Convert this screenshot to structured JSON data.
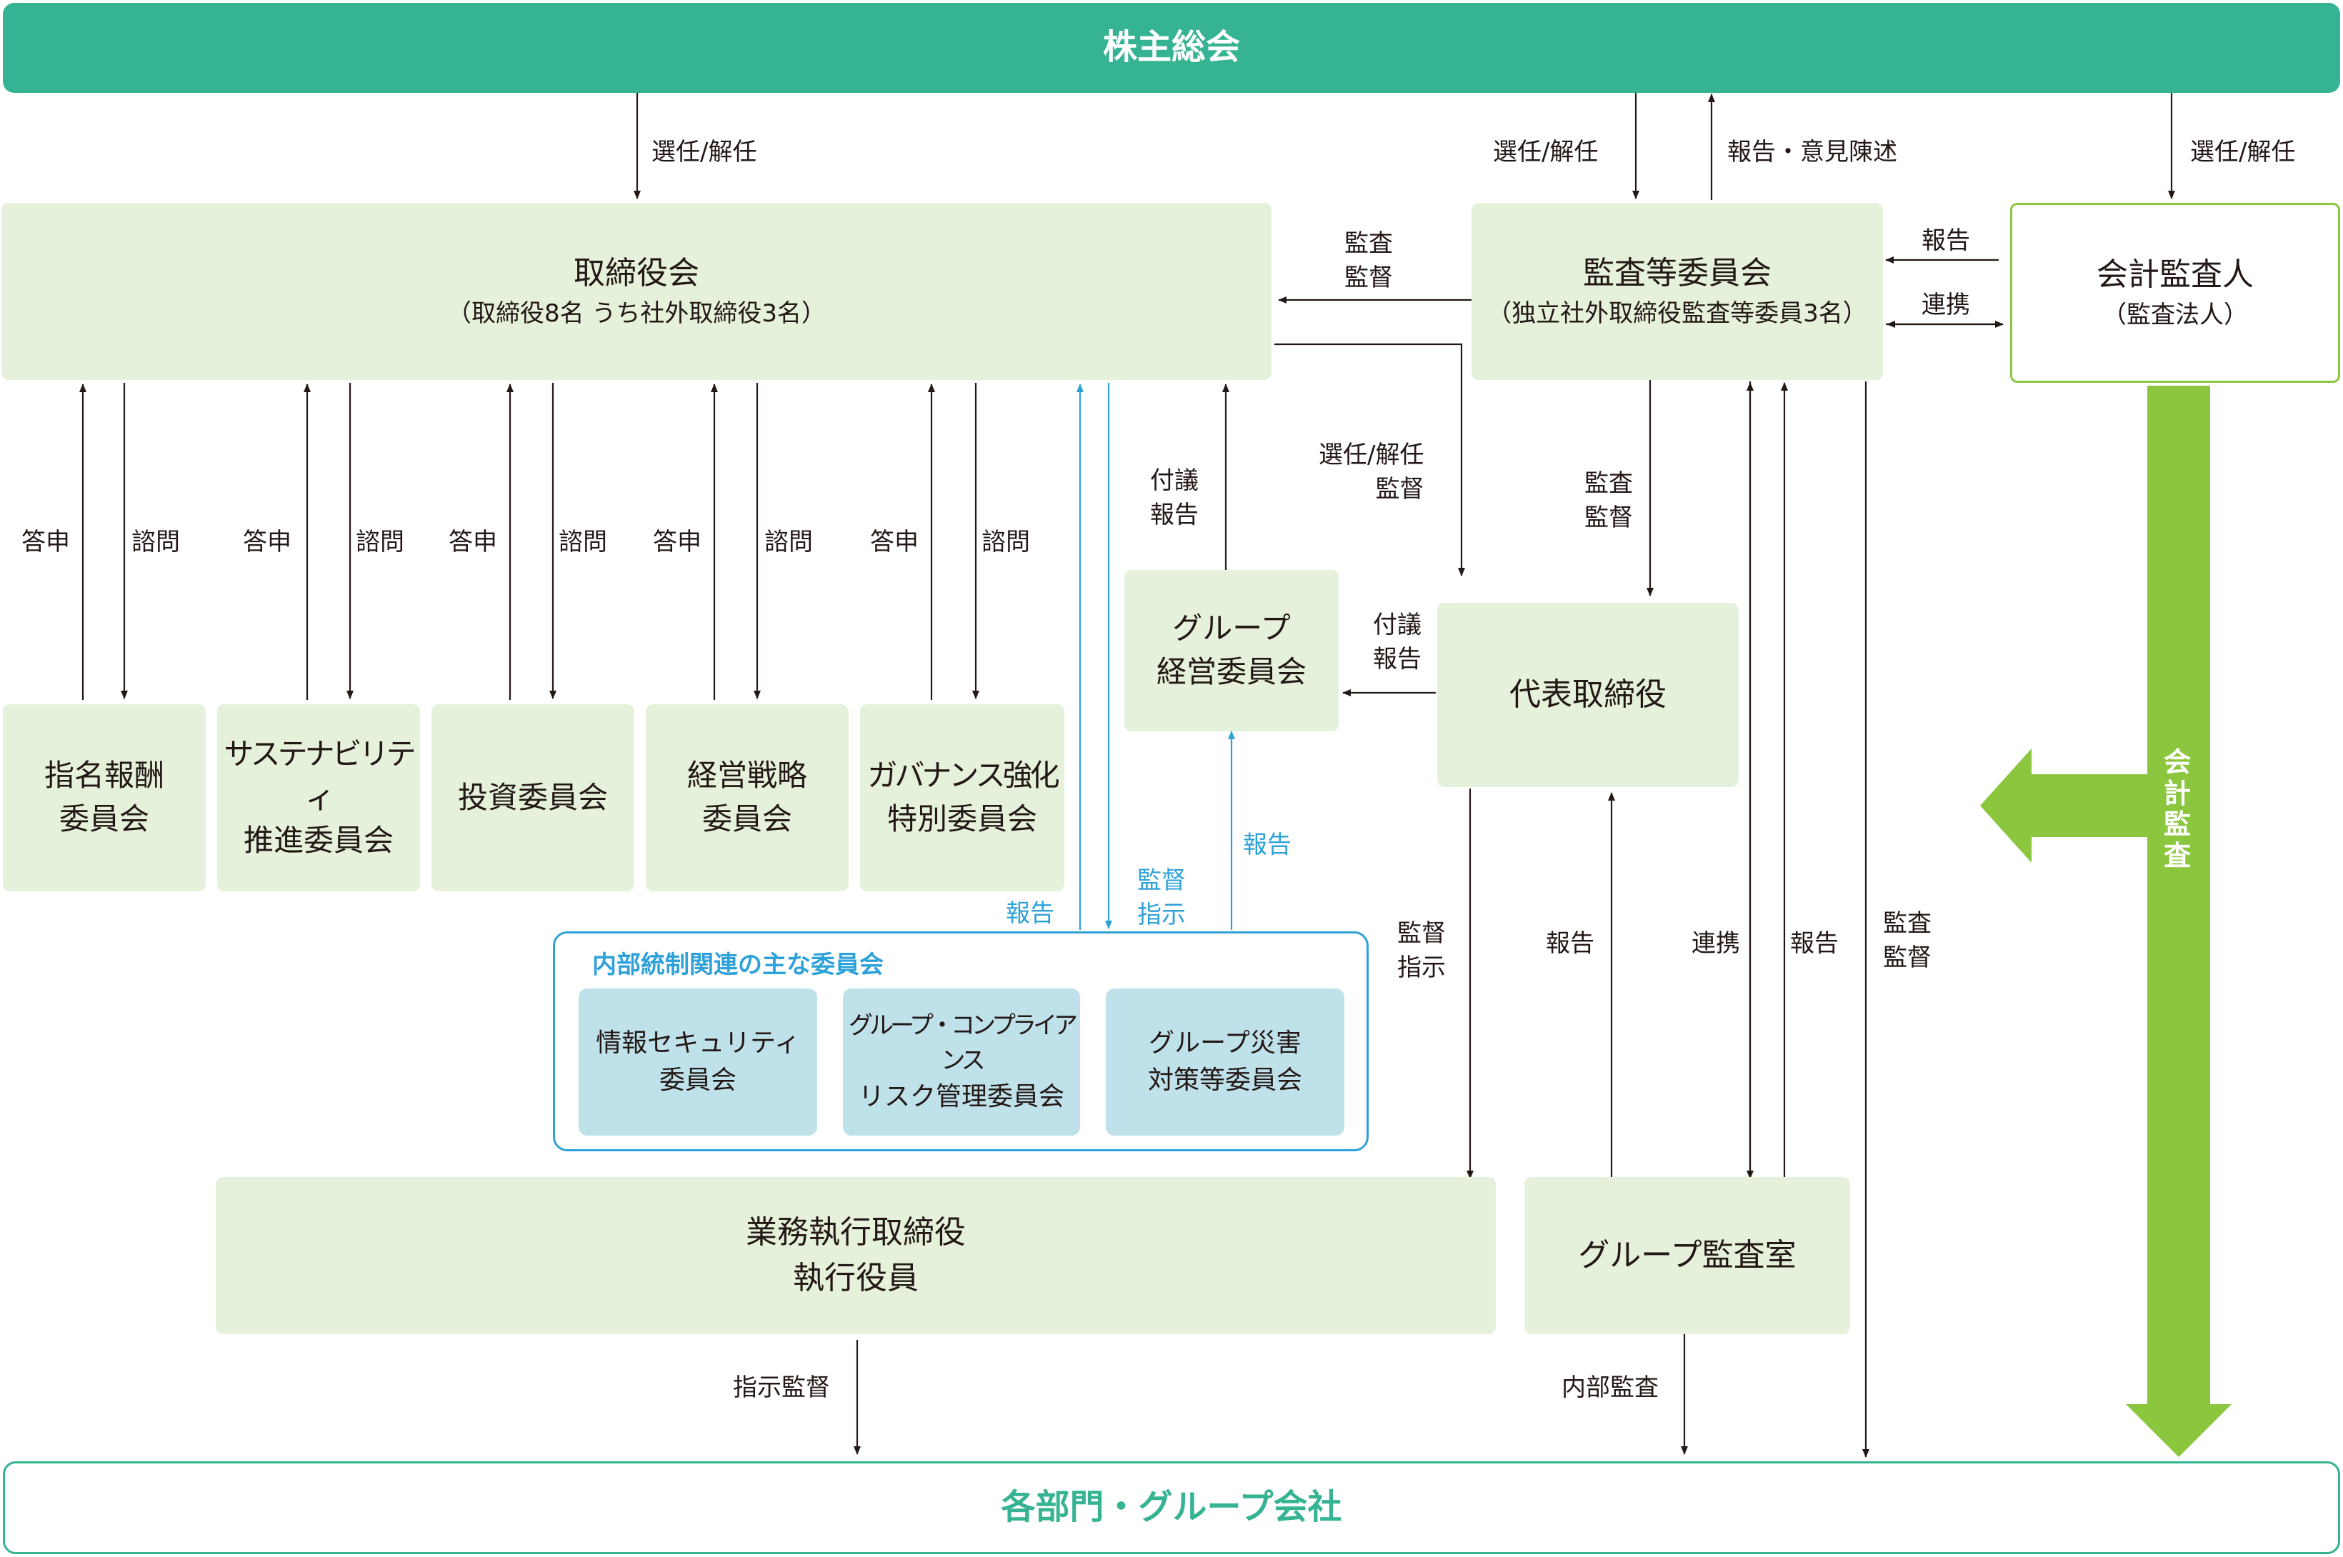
{
  "shareholders_meeting": "株主総会",
  "board": {
    "title": "取締役会",
    "composition": "（取締役8名 うち社外取締役3名）"
  },
  "audit_committee": {
    "title": "監査等委員会",
    "composition": "（独立社外取締役監査等委員3名）"
  },
  "accounting_auditor": {
    "title": "会計監査人",
    "note": "（監査法人）"
  },
  "advisory_committees": [
    {
      "line1": "指名報酬",
      "line2": "委員会"
    },
    {
      "line1": "サステナビリティ",
      "line2": "推進委員会"
    },
    {
      "line1": "投資委員会",
      "line2": ""
    },
    {
      "line1": "経営戦略",
      "line2": "委員会"
    },
    {
      "line1": "ガバナンス強化",
      "line2": "特別委員会"
    }
  ],
  "group_management_committee": {
    "line1": "グループ",
    "line2": "経営委員会"
  },
  "president": "代表取締役",
  "internal_control": {
    "title": "内部統制関連の主な委員会",
    "committees": [
      {
        "line1": "情報セキュリティ",
        "line2": "委員会"
      },
      {
        "line1": "グループ・コンプライアンス",
        "line2": "リスク管理委員会"
      },
      {
        "line1": "グループ災害",
        "line2": "対策等委員会"
      }
    ]
  },
  "executives": {
    "line1": "業務執行取締役",
    "line2": "執行役員"
  },
  "group_audit_office": "グループ監査室",
  "departments": "各部門・グループ会社",
  "labels": {
    "elect_dismiss": "選任/解任",
    "report_opinion": "報告・意見陳述",
    "report": "報告",
    "cooperation": "連携",
    "audit": "監査",
    "supervision": "監督",
    "answer": "答申",
    "inquiry": "諮問",
    "proposal": "付議",
    "instruction": "指示",
    "instruction_supervision": "指示監督",
    "internal_audit": "内部監査",
    "accounting_audit": "会計監査"
  },
  "colors": {
    "header_green": "#35b393",
    "light_green_box": "#e6f1dc",
    "accounting_arrow": "#8cc63f",
    "internal_control_blue": "#2ea1d8",
    "blue_box": "#bfe1ea",
    "arrow_dark": "#231815"
  }
}
